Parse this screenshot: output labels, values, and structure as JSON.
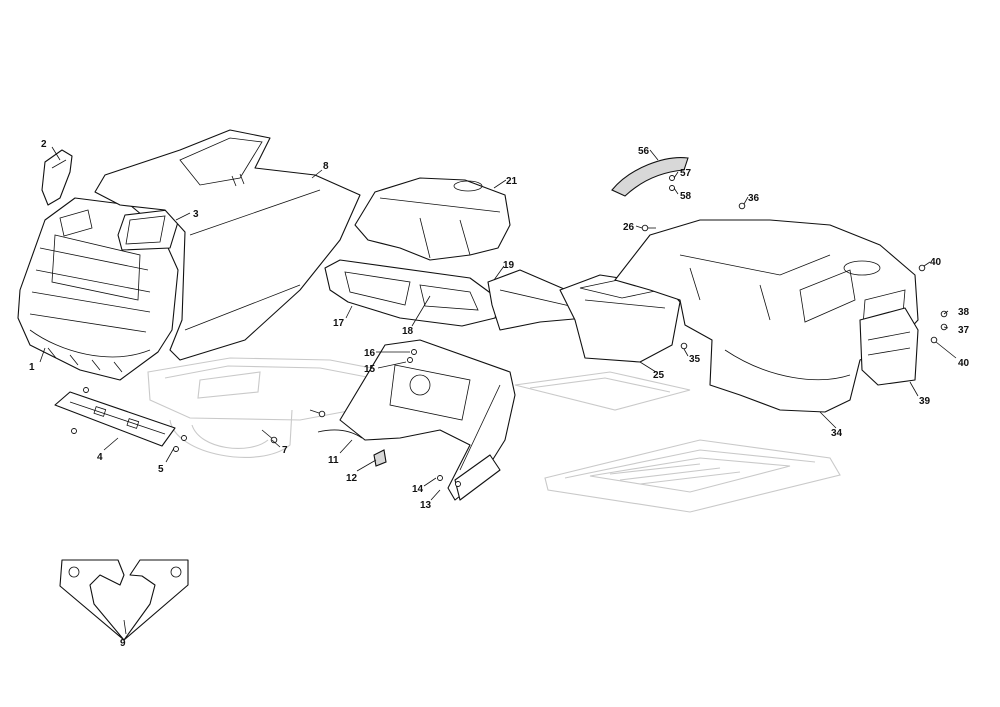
{
  "callouts": [
    {
      "id": "c1",
      "text": "1"
    },
    {
      "id": "c2",
      "text": "2"
    },
    {
      "id": "c3",
      "text": "3"
    },
    {
      "id": "c4",
      "text": "4"
    },
    {
      "id": "c5",
      "text": "5"
    },
    {
      "id": "c7",
      "text": "7"
    },
    {
      "id": "c8",
      "text": "8"
    },
    {
      "id": "c9",
      "text": "9"
    },
    {
      "id": "c11",
      "text": "11"
    },
    {
      "id": "c12",
      "text": "12"
    },
    {
      "id": "c13",
      "text": "13"
    },
    {
      "id": "c14",
      "text": "14"
    },
    {
      "id": "c15",
      "text": "15"
    },
    {
      "id": "c16",
      "text": "16"
    },
    {
      "id": "c17",
      "text": "17"
    },
    {
      "id": "c18",
      "text": "18"
    },
    {
      "id": "c19",
      "text": "19"
    },
    {
      "id": "c21",
      "text": "21"
    },
    {
      "id": "c25",
      "text": "25"
    },
    {
      "id": "c26",
      "text": "26"
    },
    {
      "id": "c34",
      "text": "34"
    },
    {
      "id": "c35",
      "text": "35"
    },
    {
      "id": "c36",
      "text": "36"
    },
    {
      "id": "c37",
      "text": "37"
    },
    {
      "id": "c38",
      "text": "38"
    },
    {
      "id": "c39",
      "text": "39"
    },
    {
      "id": "c40a",
      "text": "40"
    },
    {
      "id": "c40b",
      "text": "40"
    },
    {
      "id": "c56",
      "text": "56"
    },
    {
      "id": "c57",
      "text": "57"
    },
    {
      "id": "c58",
      "text": "58"
    }
  ]
}
